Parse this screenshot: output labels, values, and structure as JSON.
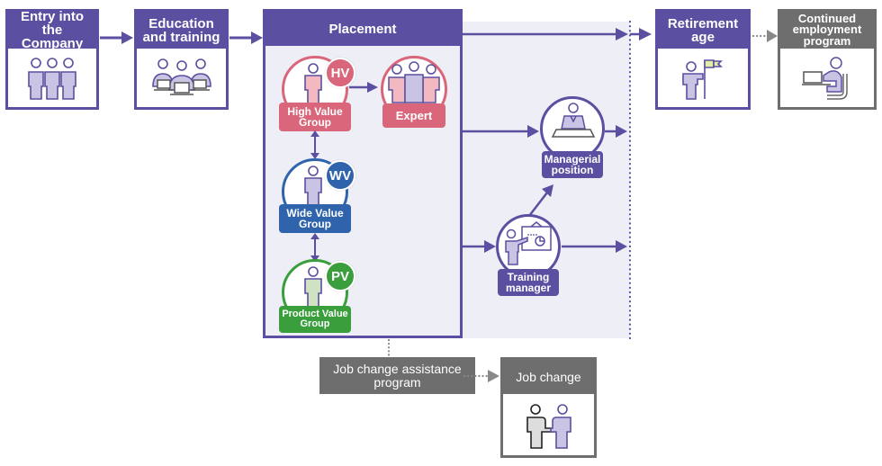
{
  "colors": {
    "primary": "#5a4fa0",
    "gray": "#6e6e6e",
    "high_value": "#d9667a",
    "wide_value": "#2f64ad",
    "product_value": "#3a9e3c",
    "panel_bg": "#eeeef6"
  },
  "stages": {
    "entry": {
      "title": "Entry into the Company",
      "icon": "group-of-people-icon"
    },
    "education": {
      "title": "Education and training",
      "icon": "classroom-laptops-icon"
    },
    "placement": {
      "title": "Placement"
    },
    "retirement": {
      "title": "Retirement age",
      "icon": "person-with-flag-icon"
    },
    "continued": {
      "title": "Continued employment program",
      "icon": "person-at-laptop-icon"
    },
    "job_change_assist": {
      "title": "Job change assistance program"
    },
    "job_change": {
      "title": "Job change",
      "icon": "handshake-icon"
    }
  },
  "groups": [
    {
      "tag": "HV",
      "label_line1": "High Value",
      "label_line2": "Group"
    },
    {
      "tag": "WV",
      "label_line1": "Wide Value",
      "label_line2": "Group"
    },
    {
      "tag": "PV",
      "label_line1": "Product Value",
      "label_line2": "Group"
    }
  ],
  "roles": {
    "expert": {
      "label": "Expert"
    },
    "managerial": {
      "label_line1": "Managerial",
      "label_line2": "position"
    },
    "training_manager": {
      "label_line1": "Training",
      "label_line2": "manager"
    }
  }
}
